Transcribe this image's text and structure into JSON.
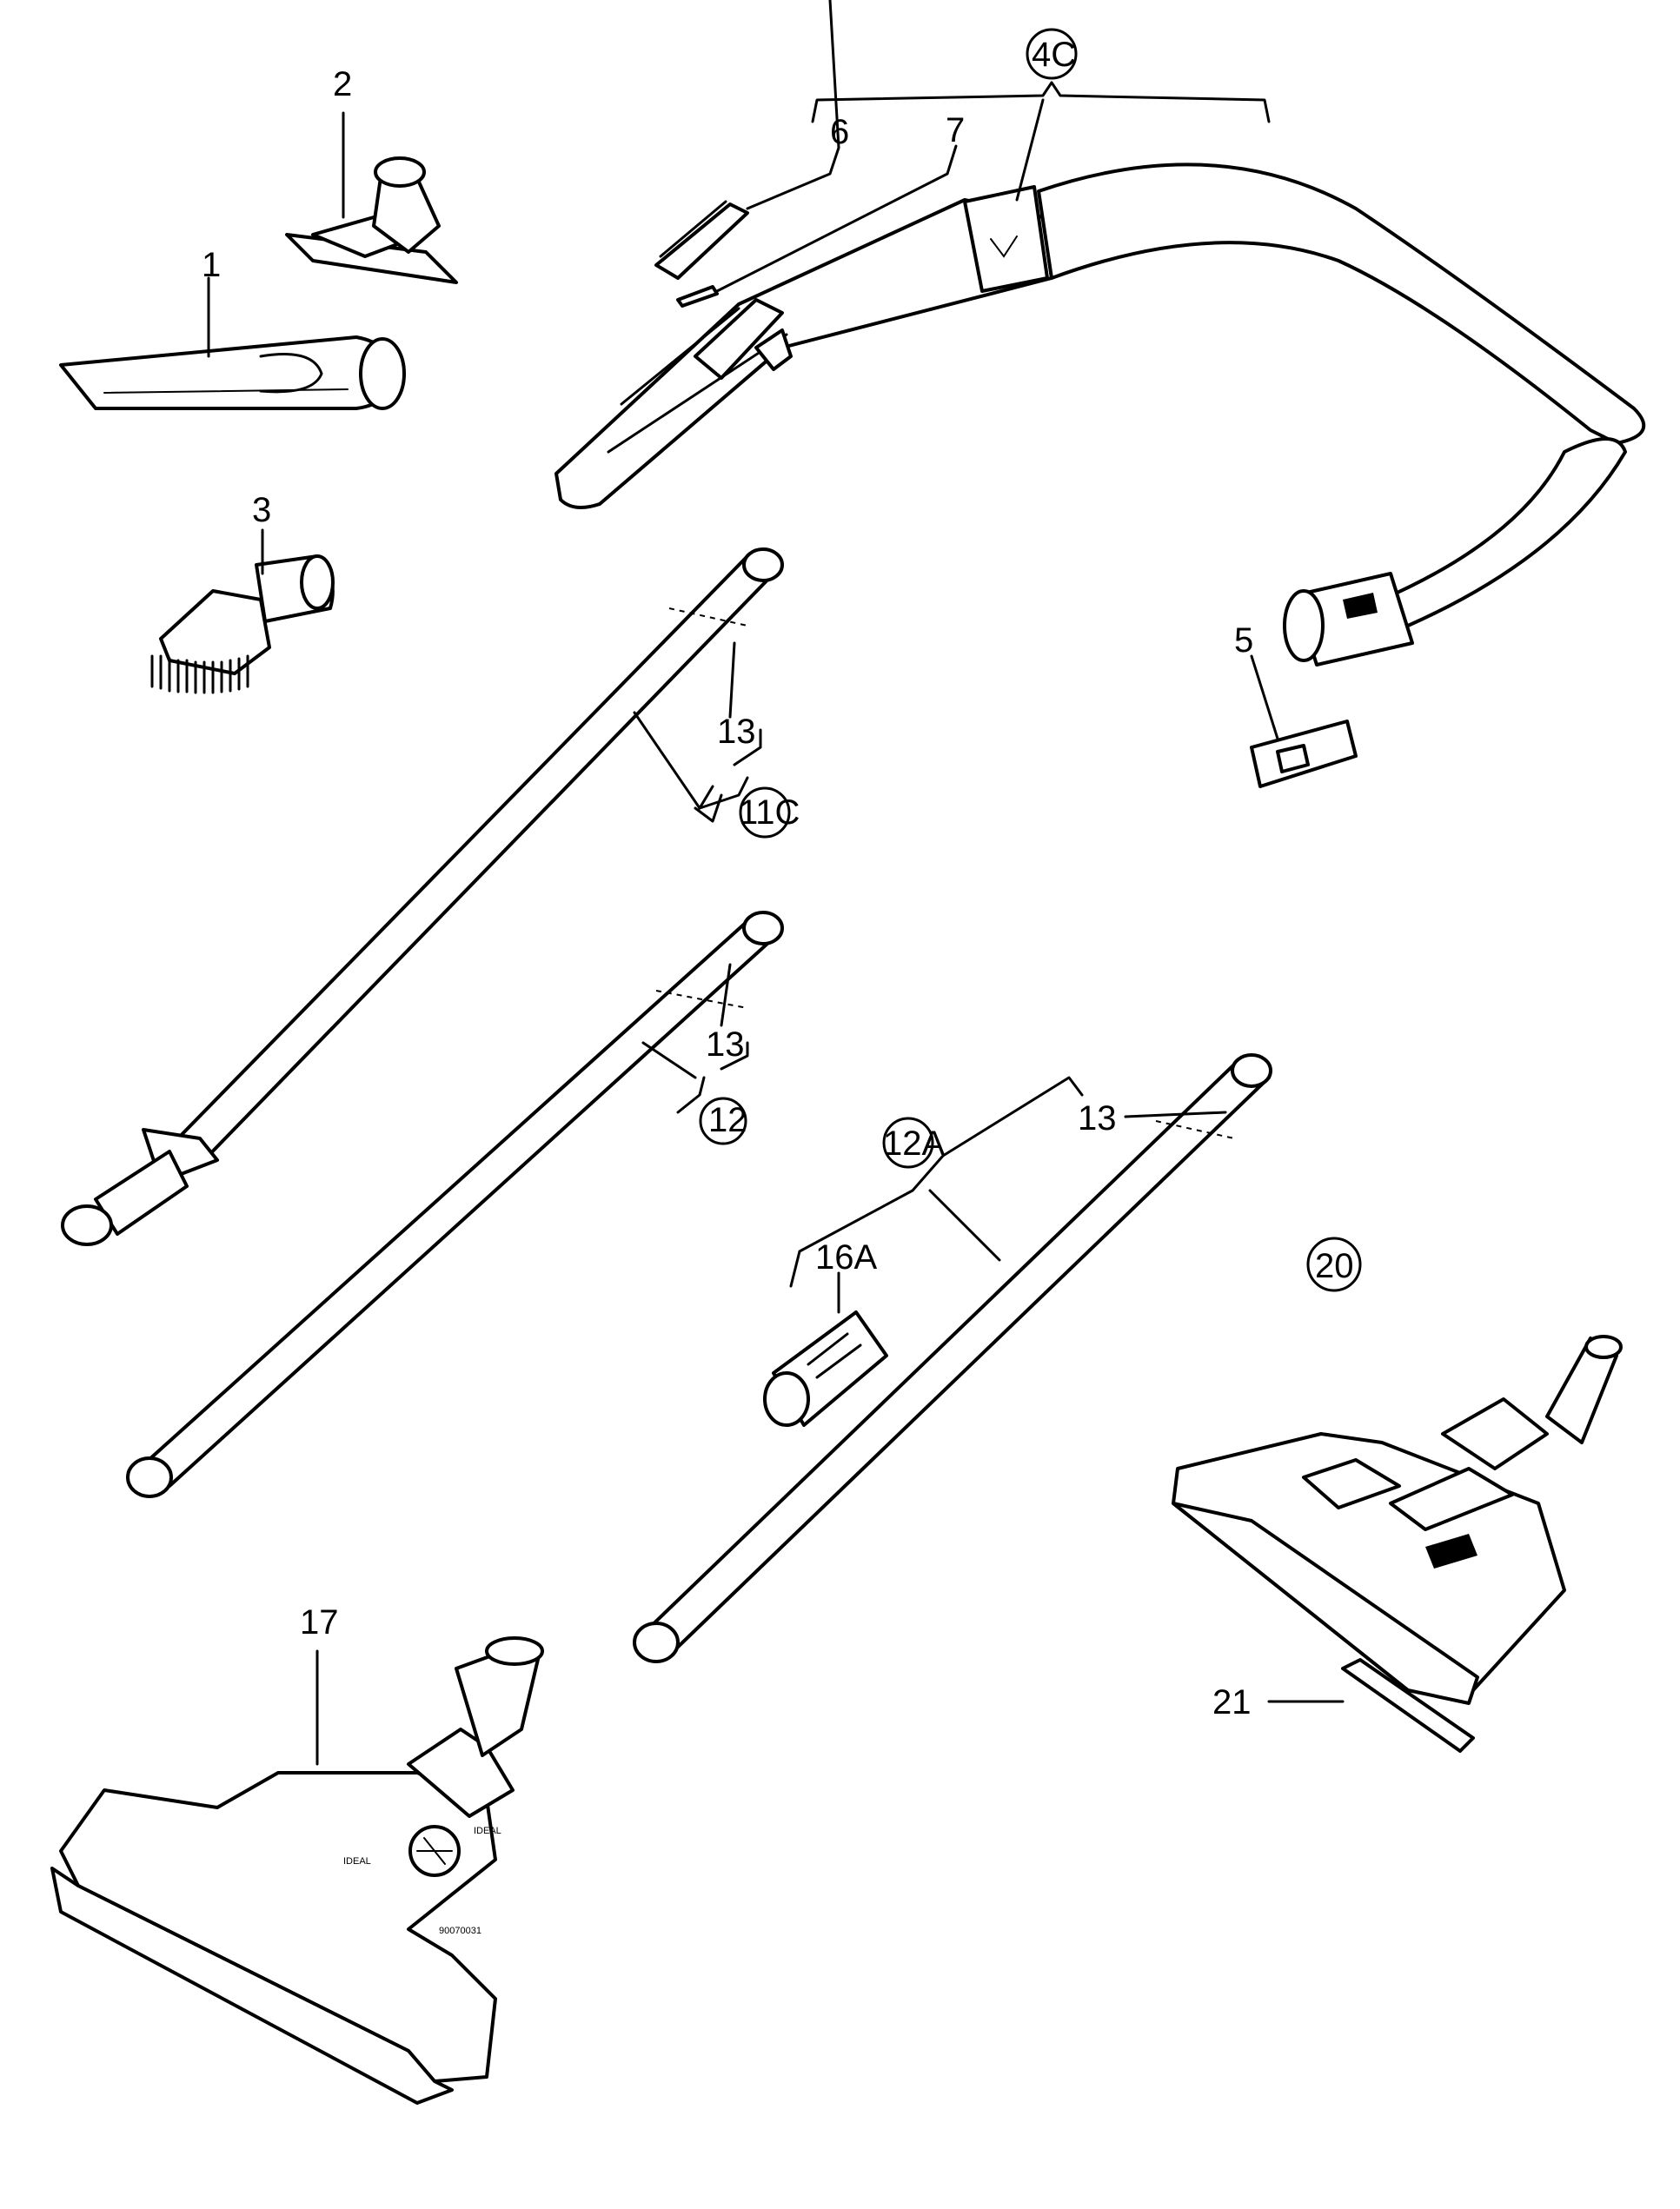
{
  "labels": {
    "crevice_tool": "1",
    "upholstery_nozzle": "2",
    "dusting_brush": "3",
    "hose_assembly": "4C",
    "hose_clip": "5",
    "handle_clip": "6",
    "spring": "7",
    "telescopic_wand_assembly": "11C",
    "wand_tube": "12",
    "wand_tube_assembly": "12A",
    "tube_end_upper": "13",
    "tube_end_middle": "13",
    "tube_end_right": "13",
    "wand_connector": "16A",
    "turbo_nozzle": "17",
    "floor_nozzle": "20",
    "nozzle_strip": "21"
  },
  "drawing_number": "90070031",
  "nozzle_markings": {
    "left": "IDEAL",
    "right": "IDEAL"
  }
}
